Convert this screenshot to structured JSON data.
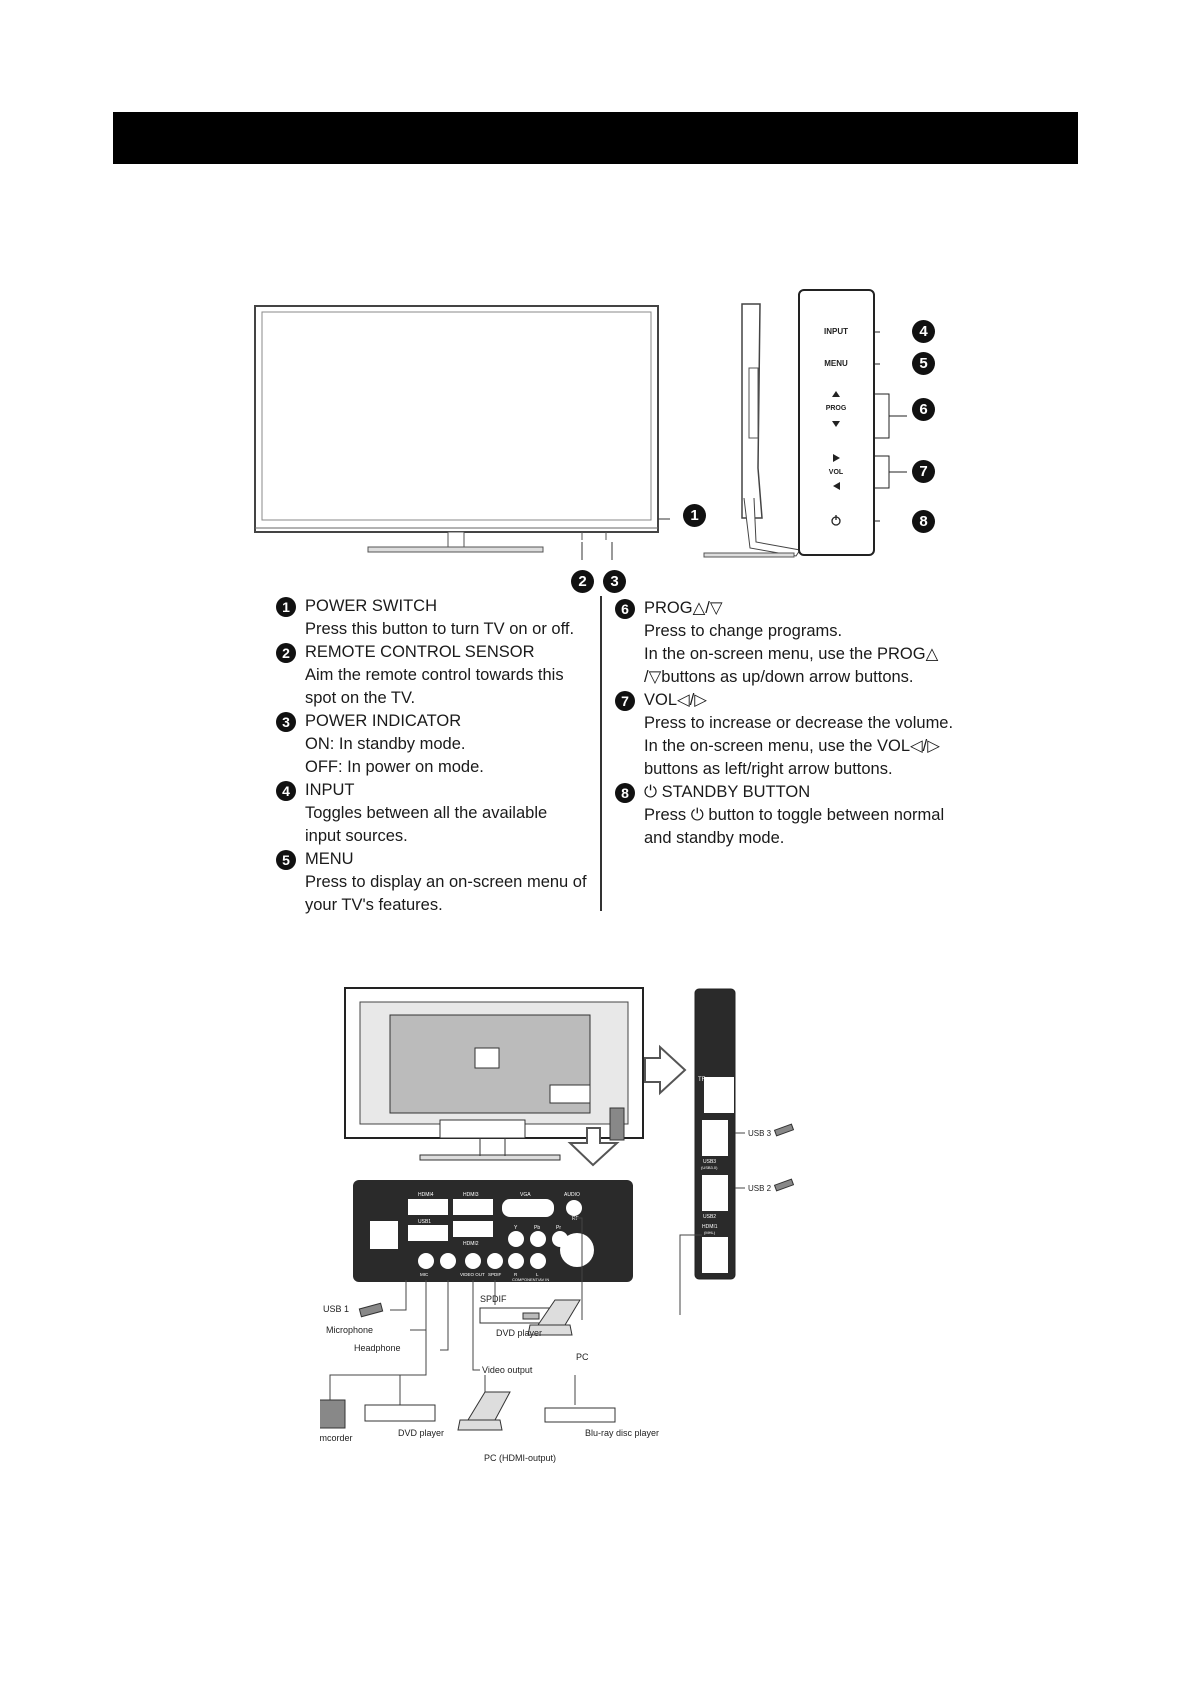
{
  "header": {
    "title": ""
  },
  "front_figure": {
    "side_buttons": [
      "INPUT",
      "MENU",
      "PROG",
      "VOL"
    ],
    "callouts": [
      "1",
      "2",
      "3",
      "4",
      "5",
      "6",
      "7",
      "8"
    ]
  },
  "descriptions_left": [
    {
      "num": "1",
      "title": "POWER SWITCH",
      "lines": [
        "Press this button to turn TV on or off."
      ]
    },
    {
      "num": "2",
      "title": "REMOTE CONTROL SENSOR",
      "lines": [
        "Aim the remote control towards this",
        "spot on the TV."
      ]
    },
    {
      "num": "3",
      "title": "POWER INDICATOR",
      "lines": [
        "ON: In standby mode.",
        "OFF: In power on mode."
      ]
    },
    {
      "num": "4",
      "title": "INPUT",
      "lines": [
        "Toggles between all the available",
        "input sources."
      ]
    },
    {
      "num": "5",
      "title": "MENU",
      "lines": [
        "Press to display an on-screen menu of",
        "your TV's features."
      ]
    }
  ],
  "descriptions_right": [
    {
      "num": "6",
      "title": "PROG△/▽",
      "lines": [
        "Press to change programs.",
        "In the on-screen menu, use the PROG△",
        "/▽buttons as up/down arrow buttons."
      ]
    },
    {
      "num": "7",
      "title": "VOL◁/▷",
      "lines": [
        "Press to increase or decrease the volume.",
        "In the on-screen menu, use the VOL◁/▷",
        "buttons as left/right arrow buttons."
      ]
    },
    {
      "num": "8",
      "title": "⏻ STANDBY BUTTON",
      "lines": [
        "Press ⏻ button to toggle between normal",
        "and standby mode."
      ]
    }
  ],
  "rear_figure": {
    "panel_labels": {
      "hdmi4": "HDMI4",
      "hdmi3": "HDMI3",
      "hdmi2": "HDMI2",
      "vga": "VGA",
      "audio": "AUDIO",
      "usb1": "USB1",
      "mic": "MIC",
      "video_out": "VIDEO OUT",
      "spdif_port": "SPDIF",
      "rf": "RF",
      "y": "Y",
      "pb": "Pb",
      "pr": "Pr",
      "r": "R",
      "l": "L",
      "component": "COMPONENT/AV IN"
    },
    "side_labels": {
      "tf": "TF",
      "usb3": "USB3",
      "usb3_sub": "(USB3.0)",
      "usb2": "USB2",
      "hdmi1": "HDMI1",
      "hdmi1_sub": "(MHL)",
      "usb3_device": "USB 3",
      "usb2_device": "USB 2"
    },
    "devices": {
      "usb1": "USB 1",
      "microphone": "Microphone",
      "headphone": "Headphone",
      "video_output": "Video output",
      "spdif": "SPDIF",
      "dvd_player_top": "DVD player",
      "pc": "PC",
      "camcorder": "Camcorder",
      "dvd_player": "DVD player",
      "pc_hdmi": "PC (HDMI-output)",
      "bluray": "Blu-ray disc player"
    }
  }
}
